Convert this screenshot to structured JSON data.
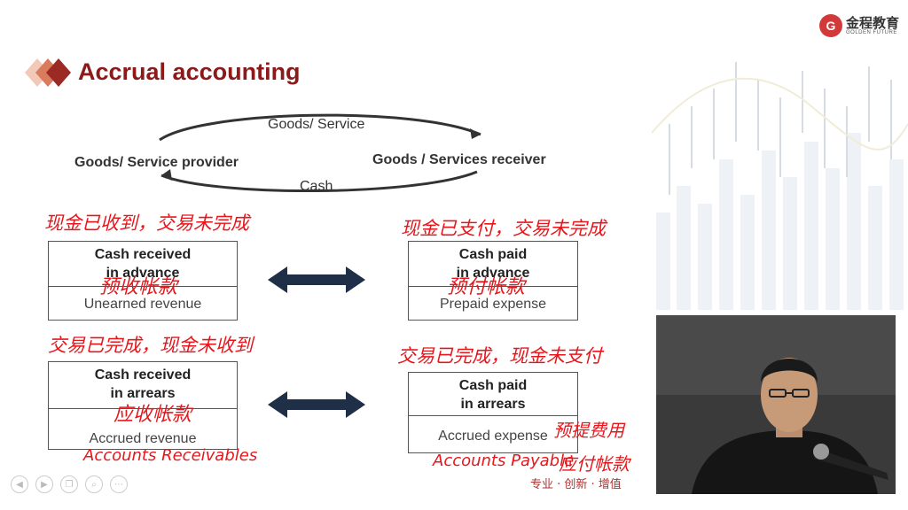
{
  "logo": {
    "mark": "G",
    "cn": "金程教育",
    "en": "GOLDEN FUTURE"
  },
  "slide": {
    "title": "Accrual accounting",
    "flow": {
      "top_label": "Goods/ Service",
      "bottom_label": "Cash",
      "provider": "Goods/ Service provider",
      "receiver": "Goods / Services receiver"
    },
    "boxes": {
      "cash_received_advance": {
        "line1": "Cash received",
        "line2": "in advance",
        "bottom": "Unearned revenue"
      },
      "cash_paid_advance": {
        "line1": "Cash paid",
        "line2": "in advance",
        "bottom": "Prepaid expense"
      },
      "cash_received_arrears": {
        "line1": "Cash received",
        "line2": "in arrears",
        "bottom": "Accrued revenue"
      },
      "cash_paid_arrears": {
        "line1": "Cash paid",
        "line2": "in arrears",
        "bottom": "Accrued expense"
      }
    }
  },
  "handwriting": {
    "tl_note": "现金已收到，交易未完成",
    "tr_note": "现金已支付，交易未完成",
    "tl_box": "预收帐款",
    "tr_box": "预付帐款",
    "bl_note": "交易已完成，现金未收到",
    "br_note": "交易已完成，现金未支付",
    "bl_box": "应收帐款",
    "bl_under": "Accounts Receivables",
    "br_side1": "预提费用",
    "br_under": "Accounts Payable",
    "br_side2": "应付帐款"
  },
  "slogan": "专业 · 创新 · 增值",
  "player_controls": [
    "prev-icon",
    "next-icon",
    "copy-icon",
    "zoom-icon",
    "more-icon"
  ]
}
